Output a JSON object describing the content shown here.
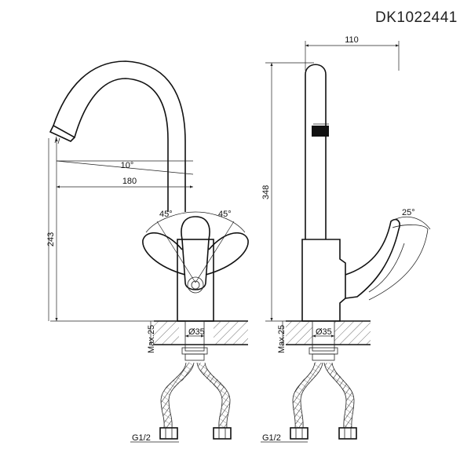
{
  "model_code": "DK1022441",
  "front_view": {
    "angle_spout": "10°",
    "reach": "180",
    "height": "243",
    "lever_angle_left": "45°",
    "lever_angle_right": "45°",
    "max_thickness": "Max.25",
    "hole_diameter": "Ø35",
    "thread": "G1/2"
  },
  "side_view": {
    "spout_reach": "110",
    "total_height": "348",
    "lever_angle": "25°",
    "max_thickness": "Max.25",
    "hole_diameter": "Ø35",
    "thread": "G1/2"
  }
}
